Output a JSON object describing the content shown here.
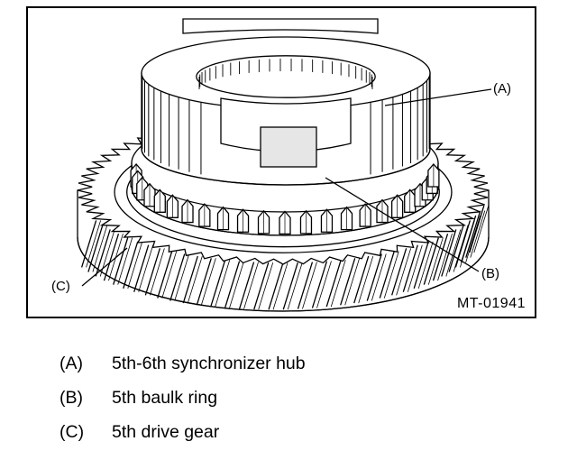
{
  "figure": {
    "id": "MT-01941",
    "callouts": [
      {
        "key": "A",
        "tag": "(A)"
      },
      {
        "key": "B",
        "tag": "(B)"
      },
      {
        "key": "C",
        "tag": "(C)"
      }
    ]
  },
  "legend": [
    {
      "key": "(A)",
      "description": "5th-6th synchronizer hub"
    },
    {
      "key": "(B)",
      "description": "5th baulk ring"
    },
    {
      "key": "(C)",
      "description": "5th drive gear"
    }
  ],
  "colors": {
    "line": "#000000",
    "background": "#ffffff",
    "shade": "#e6e6e6"
  }
}
